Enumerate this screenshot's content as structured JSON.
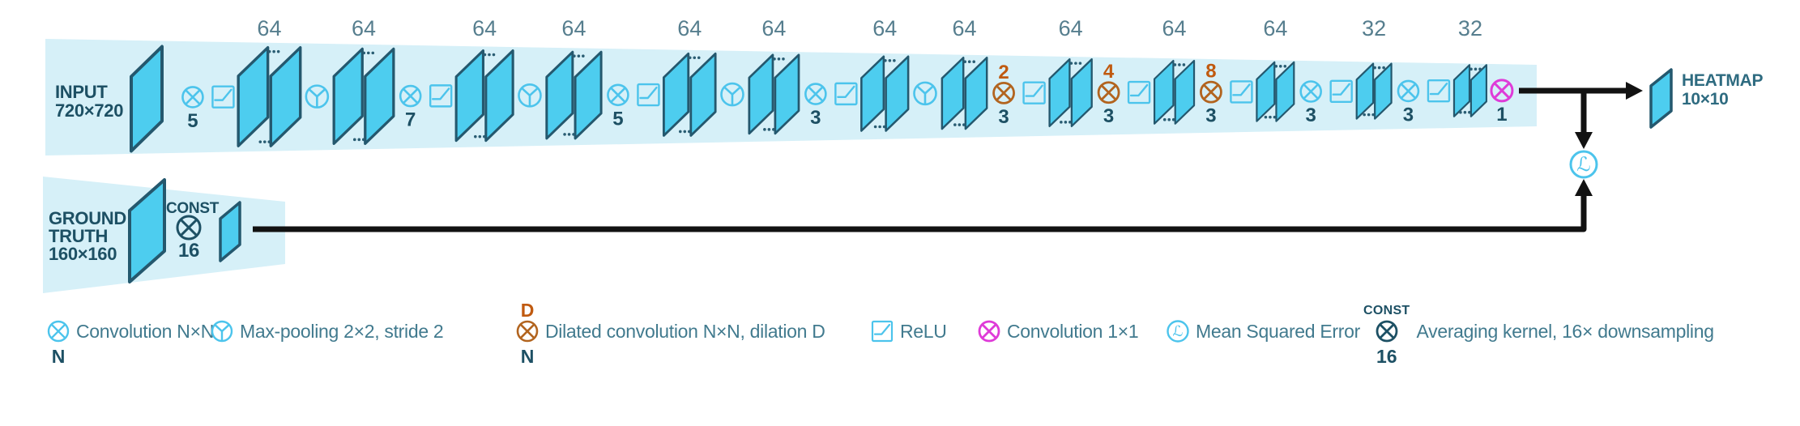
{
  "input": {
    "label": "INPUT",
    "size_label": "720×720"
  },
  "ground_truth": {
    "label_line1": "GROUND",
    "label_line2": "TRUTH",
    "size_label": "160×160",
    "const_label": "CONST",
    "kernel_label": "16"
  },
  "heatmap": {
    "label": "HEATMAP",
    "size_label": "10×10"
  },
  "pipeline": [
    {
      "type": "conv",
      "kernel": "5"
    },
    {
      "type": "relu"
    },
    {
      "type": "fmap",
      "channels": "64"
    },
    {
      "type": "maxpool"
    },
    {
      "type": "fmap",
      "channels": "64"
    },
    {
      "type": "conv",
      "kernel": "7"
    },
    {
      "type": "relu"
    },
    {
      "type": "fmap",
      "channels": "64"
    },
    {
      "type": "maxpool"
    },
    {
      "type": "fmap",
      "channels": "64"
    },
    {
      "type": "conv",
      "kernel": "5"
    },
    {
      "type": "relu"
    },
    {
      "type": "fmap",
      "channels": "64"
    },
    {
      "type": "maxpool"
    },
    {
      "type": "fmap",
      "channels": "64"
    },
    {
      "type": "conv",
      "kernel": "3"
    },
    {
      "type": "relu"
    },
    {
      "type": "fmap",
      "channels": "64"
    },
    {
      "type": "maxpool"
    },
    {
      "type": "fmap",
      "channels": "64"
    },
    {
      "type": "dilated_conv",
      "kernel": "3",
      "dilation": "2"
    },
    {
      "type": "relu"
    },
    {
      "type": "fmap",
      "channels": "64"
    },
    {
      "type": "dilated_conv",
      "kernel": "3",
      "dilation": "4"
    },
    {
      "type": "relu"
    },
    {
      "type": "fmap",
      "channels": "64"
    },
    {
      "type": "dilated_conv",
      "kernel": "3",
      "dilation": "8"
    },
    {
      "type": "relu"
    },
    {
      "type": "fmap",
      "channels": "64"
    },
    {
      "type": "conv",
      "kernel": "3"
    },
    {
      "type": "relu"
    },
    {
      "type": "fmap",
      "channels": "32"
    },
    {
      "type": "conv",
      "kernel": "3"
    },
    {
      "type": "relu"
    },
    {
      "type": "fmap",
      "channels": "32"
    },
    {
      "type": "conv1x1",
      "kernel": "1"
    }
  ],
  "legend": {
    "items": [
      {
        "icon": "convolution",
        "label": "Convolution N×N",
        "below": "N"
      },
      {
        "icon": "max-pooling",
        "label": "Max-pooling 2×2, stride 2"
      },
      {
        "icon": "dilated-convolution",
        "label": "Dilated convolution N×N, dilation D",
        "above": "D",
        "below": "N"
      },
      {
        "icon": "relu",
        "label": "ReLU"
      },
      {
        "icon": "convolution-1x1",
        "label": "Convolution 1×1"
      },
      {
        "icon": "mse",
        "label": "Mean Squared Error",
        "glyph": "ℒ"
      },
      {
        "icon": "averaging-kernel",
        "label": "Averaging kernel, 16× downsampling",
        "above": "CONST",
        "below": "16"
      }
    ]
  },
  "colors": {
    "band": "#d6f0f8",
    "slab_fill": "#4dcdef",
    "slab_stroke": "#24586e",
    "icon_blue": "#4cc4ec",
    "dark_teal": "#1d5064",
    "label_teal": "#567e8e",
    "orange": "#b2641f",
    "orange_text": "#c05a10",
    "magenta": "#df3bd8",
    "arrow": "#121212",
    "dots": "#2a5d73"
  }
}
